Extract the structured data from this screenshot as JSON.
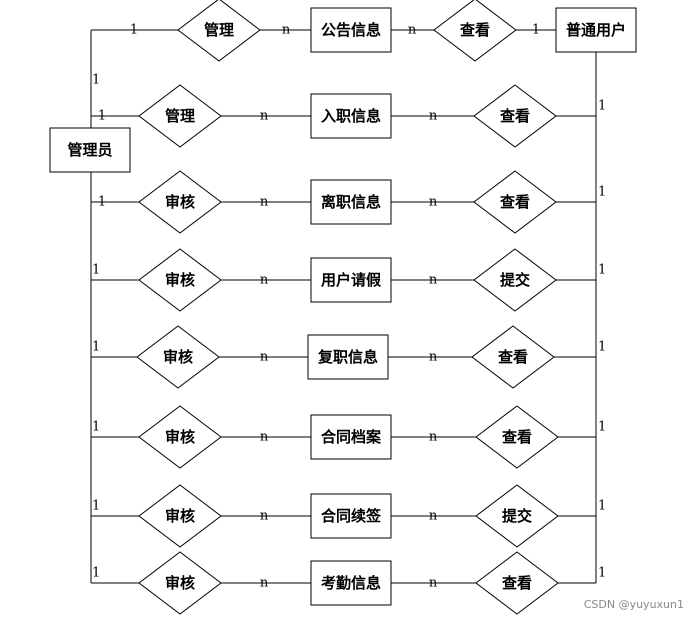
{
  "diagram": {
    "admin": "管理员",
    "user": "普通用户",
    "rows": [
      {
        "left": "管理",
        "entity": "公告信息",
        "right": "查看",
        "left_card": "1",
        "mid_left_card": "n",
        "mid_right_card": "n",
        "right_card": "1"
      },
      {
        "left": "管理",
        "entity": "入职信息",
        "right": "查看",
        "left_card": "1",
        "mid_left_card": "n",
        "mid_right_card": "n",
        "right_card": "1"
      },
      {
        "left": "审核",
        "entity": "离职信息",
        "right": "查看",
        "left_card": "1",
        "mid_left_card": "n",
        "mid_right_card": "n",
        "right_card": "1"
      },
      {
        "left": "审核",
        "entity": "用户请假",
        "right": "提交",
        "left_card": "1",
        "mid_left_card": "n",
        "mid_right_card": "n",
        "right_card": "1"
      },
      {
        "left": "审核",
        "entity": "复职信息",
        "right": "查看",
        "left_card": "1",
        "mid_left_card": "n",
        "mid_right_card": "n",
        "right_card": "1"
      },
      {
        "left": "审核",
        "entity": "合同档案",
        "right": "查看",
        "left_card": "1",
        "mid_left_card": "n",
        "mid_right_card": "n",
        "right_card": "1"
      },
      {
        "left": "审核",
        "entity": "合同续签",
        "right": "提交",
        "left_card": "1",
        "mid_left_card": "n",
        "mid_right_card": "n",
        "right_card": "1"
      },
      {
        "left": "审核",
        "entity": "考勤信息",
        "right": "查看",
        "left_card": "1",
        "mid_left_card": "n",
        "mid_right_card": "n",
        "right_card": "1"
      }
    ]
  },
  "watermark": "CSDN @yuyuxun1"
}
